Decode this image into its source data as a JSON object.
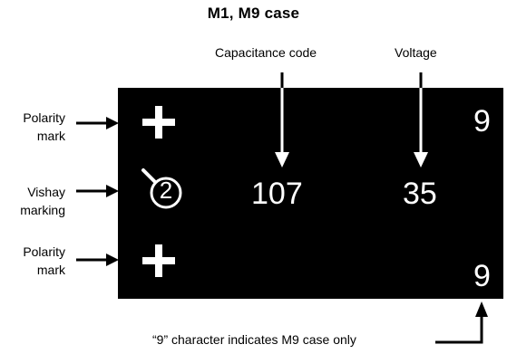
{
  "title": "M1, M9 case",
  "labels": {
    "capacitance_code": "Capacitance code",
    "voltage": "Voltage",
    "polarity_mark_top": [
      "Polarity",
      "mark"
    ],
    "vishay_marking": [
      "Vishay",
      "marking"
    ],
    "polarity_mark_bottom": [
      "Polarity",
      "mark"
    ]
  },
  "marking": {
    "vishay_logo_digit": "2",
    "capacitance_value": "107",
    "voltage_value": "35",
    "case_char_top": "9",
    "case_char_bottom": "9"
  },
  "footnote": "“9” character indicates M9 case only",
  "colors": {
    "panel": "#000000",
    "marking": "#ffffff",
    "arrows": "#000000"
  }
}
